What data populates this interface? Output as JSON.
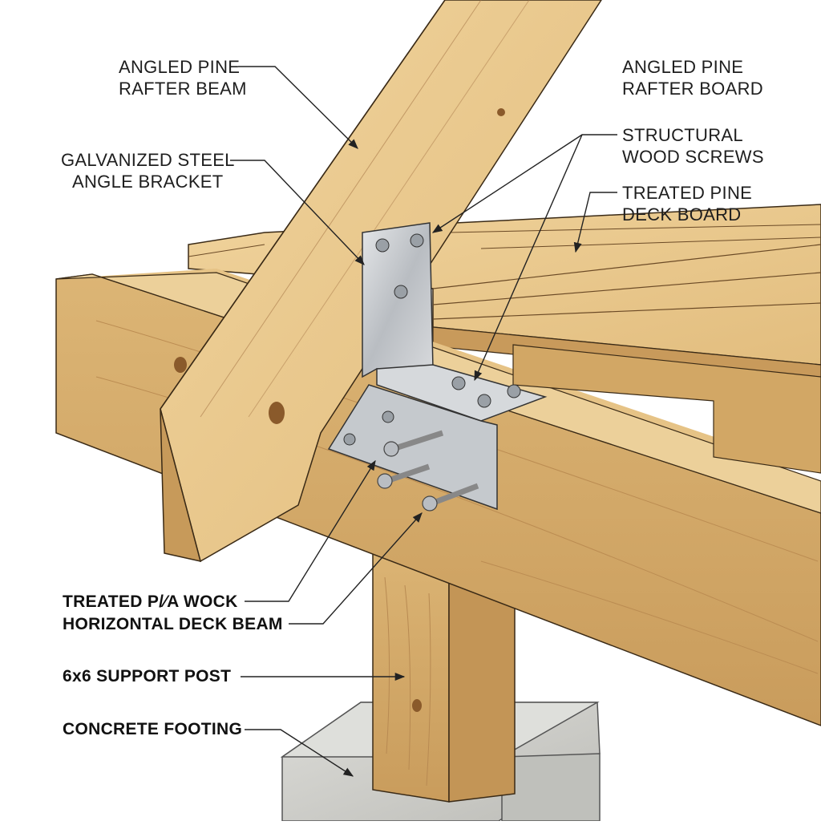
{
  "labels": {
    "rafter_beam": [
      "ANGLED PINE",
      "RAFTER BEAM"
    ],
    "rafter_board": [
      "ANGLED PINE",
      "RAFTER BOARD"
    ],
    "bracket": [
      "GALVANIZED STEEL",
      "ANGLE BRACKET"
    ],
    "screws": [
      "STRUCTURAL",
      "WOOD SCREWS"
    ],
    "deck_board": [
      "TREATED PINE",
      "DECK BOARD"
    ],
    "deck_beam": [
      "TREATED P/∕A WOCK",
      "HORIZONTAL DECK BEAM"
    ],
    "support_post": "6x6 SUPPORT POST",
    "footing": "CONCRETE FOOTING"
  },
  "colors": {
    "wood_light": "#e9c98e",
    "wood_mid": "#d7ad6d",
    "wood_dark": "#b98a4f",
    "steel": "#c9ccd0",
    "concrete": "#cfd0cc",
    "line": "#222222"
  }
}
